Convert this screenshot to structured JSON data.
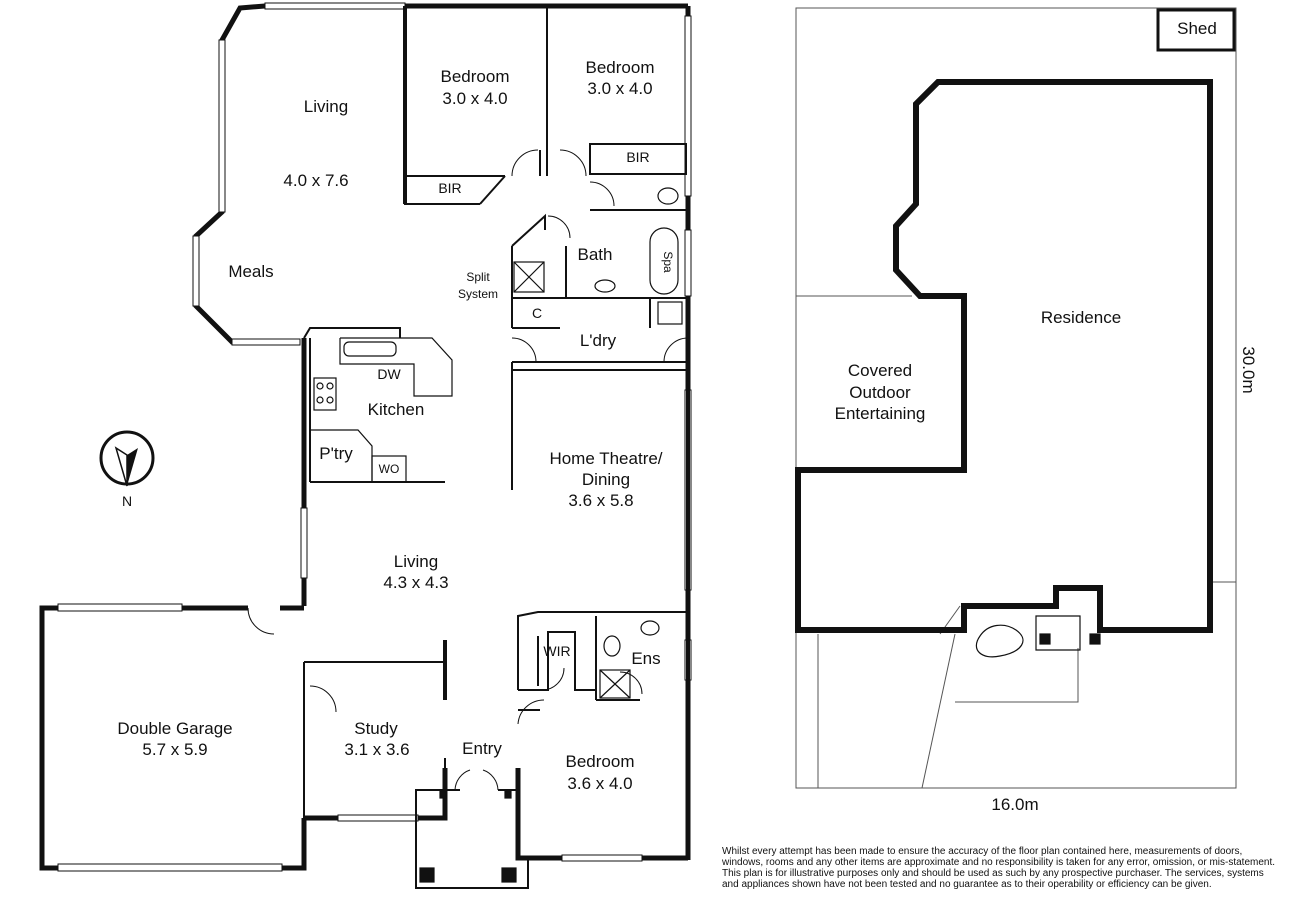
{
  "floorplan": {
    "rooms": {
      "living_north": {
        "name": "Living",
        "size": "4.0 x 7.6"
      },
      "meals": {
        "name": "Meals"
      },
      "bed1": {
        "name": "Bedroom",
        "size": "3.0 x 4.0"
      },
      "bed2": {
        "name": "Bedroom",
        "size": "3.0 x 4.0"
      },
      "bir1": {
        "name": "BIR"
      },
      "bir2": {
        "name": "BIR"
      },
      "bath": {
        "name": "Bath"
      },
      "spa": {
        "name": "Spa"
      },
      "split_system": {
        "line1": "Split",
        "line2": "System"
      },
      "cupboard": {
        "name": "C"
      },
      "laundry": {
        "name": "L'dry"
      },
      "kitchen": {
        "name": "Kitchen"
      },
      "dw": {
        "name": "DW"
      },
      "pantry": {
        "name": "P'try"
      },
      "wo": {
        "name": "WO"
      },
      "home_theatre": {
        "line1": "Home Theatre/",
        "line2": "Dining",
        "size": "3.6 x 5.8"
      },
      "living_centre": {
        "name": "Living",
        "size": "4.3 x 4.3"
      },
      "wir": {
        "name": "WIR"
      },
      "ens": {
        "name": "Ens"
      },
      "garage": {
        "name": "Double Garage",
        "size": "5.7 x 5.9"
      },
      "study": {
        "name": "Study",
        "size": "3.1 x 3.6"
      },
      "entry": {
        "name": "Entry"
      },
      "bed3": {
        "name": "Bedroom",
        "size": "3.6 x 4.0"
      }
    },
    "compass": {
      "label": "N"
    }
  },
  "siteplan": {
    "shed": "Shed",
    "residence": "Residence",
    "covered_outdoor": {
      "line1": "Covered",
      "line2": "Outdoor",
      "line3": "Entertaining"
    },
    "width_dim": "16.0m",
    "depth_dim": "30.0m"
  },
  "disclaimer": "Whilst every attempt has been made to ensure the accuracy of the floor plan contained here, measurements of doors, windows, rooms and any other items are approximate and no responsibility is taken for any error, omission, or mis-statement. This plan is for illustrative purposes only and should be used as such by any prospective purchaser. The services, systems and appliances shown have not been tested and no guarantee as to their operability or efficiency can be given."
}
